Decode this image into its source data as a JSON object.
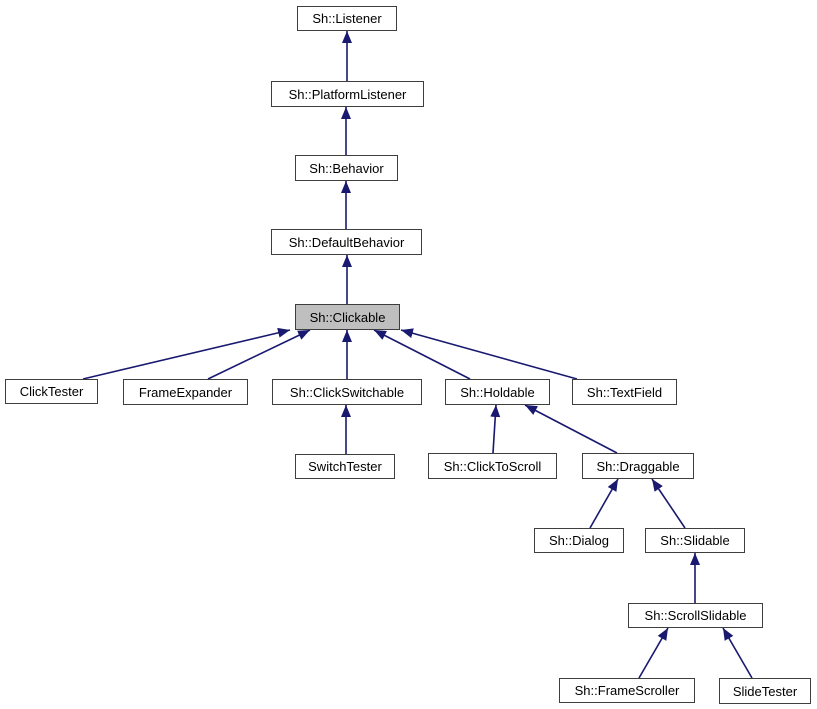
{
  "diagram": {
    "kind": "class-inheritance-graph",
    "highlighted_class": "Sh::Clickable",
    "colors": {
      "background": "#ffffff",
      "edge": "#191970",
      "node_border": "#3e3e3e",
      "node_fill": "#ffffff",
      "highlight_fill": "#bfbfbf",
      "text": "#000000"
    },
    "nodes": [
      {
        "id": "sh-listener",
        "label": "Sh::Listener",
        "highlighted": false
      },
      {
        "id": "sh-platform-listener",
        "label": "Sh::PlatformListener",
        "highlighted": false
      },
      {
        "id": "sh-behavior",
        "label": "Sh::Behavior",
        "highlighted": false
      },
      {
        "id": "sh-default-behavior",
        "label": "Sh::DefaultBehavior",
        "highlighted": false
      },
      {
        "id": "sh-clickable",
        "label": "Sh::Clickable",
        "highlighted": true
      },
      {
        "id": "click-tester",
        "label": "ClickTester",
        "highlighted": false
      },
      {
        "id": "frame-expander",
        "label": "FrameExpander",
        "highlighted": false
      },
      {
        "id": "sh-click-switchable",
        "label": "Sh::ClickSwitchable",
        "highlighted": false
      },
      {
        "id": "sh-holdable",
        "label": "Sh::Holdable",
        "highlighted": false
      },
      {
        "id": "sh-text-field",
        "label": "Sh::TextField",
        "highlighted": false
      },
      {
        "id": "switch-tester",
        "label": "SwitchTester",
        "highlighted": false
      },
      {
        "id": "sh-click-to-scroll",
        "label": "Sh::ClickToScroll",
        "highlighted": false
      },
      {
        "id": "sh-draggable",
        "label": "Sh::Draggable",
        "highlighted": false
      },
      {
        "id": "sh-dialog",
        "label": "Sh::Dialog",
        "highlighted": false
      },
      {
        "id": "sh-slidable",
        "label": "Sh::Slidable",
        "highlighted": false
      },
      {
        "id": "sh-scroll-slidable",
        "label": "Sh::ScrollSlidable",
        "highlighted": false
      },
      {
        "id": "sh-frame-scroller",
        "label": "Sh::FrameScroller",
        "highlighted": false
      },
      {
        "id": "slide-tester",
        "label": "SlideTester",
        "highlighted": false
      }
    ],
    "edges": [
      {
        "from": "Sh::PlatformListener",
        "to": "Sh::Listener",
        "relation": "inherits"
      },
      {
        "from": "Sh::Behavior",
        "to": "Sh::PlatformListener",
        "relation": "inherits"
      },
      {
        "from": "Sh::DefaultBehavior",
        "to": "Sh::Behavior",
        "relation": "inherits"
      },
      {
        "from": "Sh::Clickable",
        "to": "Sh::DefaultBehavior",
        "relation": "inherits"
      },
      {
        "from": "ClickTester",
        "to": "Sh::Clickable",
        "relation": "inherits"
      },
      {
        "from": "FrameExpander",
        "to": "Sh::Clickable",
        "relation": "inherits"
      },
      {
        "from": "Sh::ClickSwitchable",
        "to": "Sh::Clickable",
        "relation": "inherits"
      },
      {
        "from": "Sh::Holdable",
        "to": "Sh::Clickable",
        "relation": "inherits"
      },
      {
        "from": "Sh::TextField",
        "to": "Sh::Clickable",
        "relation": "inherits"
      },
      {
        "from": "SwitchTester",
        "to": "Sh::ClickSwitchable",
        "relation": "inherits"
      },
      {
        "from": "Sh::ClickToScroll",
        "to": "Sh::Holdable",
        "relation": "inherits"
      },
      {
        "from": "Sh::Draggable",
        "to": "Sh::Holdable",
        "relation": "inherits"
      },
      {
        "from": "Sh::Dialog",
        "to": "Sh::Draggable",
        "relation": "inherits"
      },
      {
        "from": "Sh::Slidable",
        "to": "Sh::Draggable",
        "relation": "inherits"
      },
      {
        "from": "Sh::ScrollSlidable",
        "to": "Sh::Slidable",
        "relation": "inherits"
      },
      {
        "from": "Sh::FrameScroller",
        "to": "Sh::ScrollSlidable",
        "relation": "inherits"
      },
      {
        "from": "SlideTester",
        "to": "Sh::ScrollSlidable",
        "relation": "inherits"
      }
    ]
  }
}
